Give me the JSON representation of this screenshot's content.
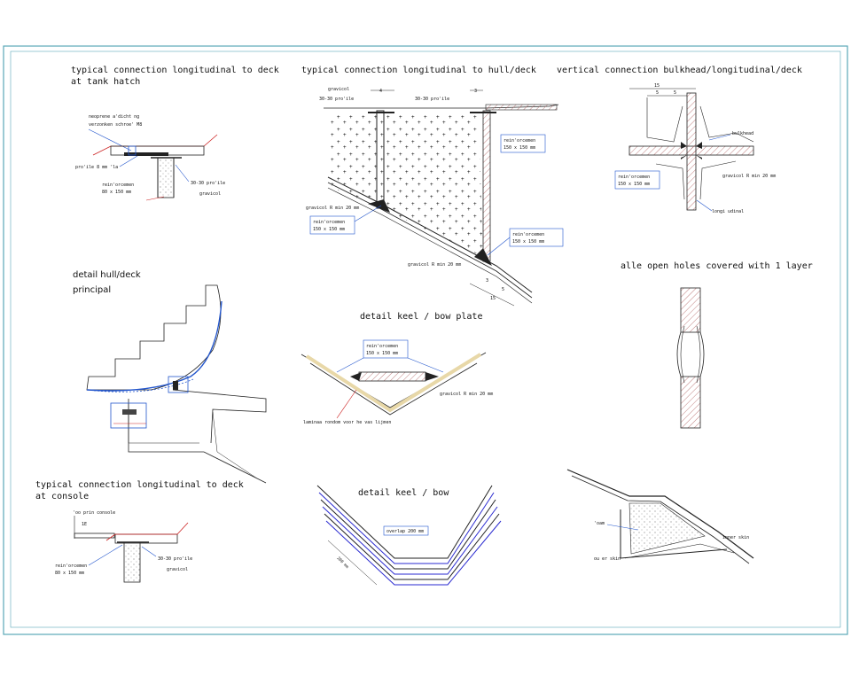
{
  "colors": {
    "frame": "#5aa8b8",
    "line": "#222222",
    "hatch": "#b06060",
    "laminate_blue": "#2a2ad0",
    "laminate_tan": "#e8d8a8",
    "leader_red": "#cc2222",
    "leader_blue": "#2255cc"
  },
  "panels": {
    "tank_hatch": {
      "title_1": "typical connection  longitudinal to deck",
      "title_2": "at tank hatch",
      "note_1": "neoprene a'dicht ng",
      "note_2": "verzonken schroe' M8",
      "profile": "pro'ile 8 mm 'la",
      "frame_1": "rein'orcemen",
      "frame_2": "80 x 150 mm",
      "angle": "30-30 pro'ile",
      "filler": "gravicol"
    },
    "hull_deck": {
      "title": "typical connection  longitudinal to hull/deck",
      "label_gravicol": "gravicol",
      "label_profile_1": "30-30 pro'ile",
      "label_profile_2": "30-30 pro'ile",
      "dim_a": "4",
      "dim_b": "3",
      "reinf_a1": "rein'orcemen",
      "reinf_a2": "150 x 150 mm",
      "gravicol_r": "gravicol    R min 20 mm",
      "reinf_b1": "rein'orcemen",
      "reinf_b2": "150 x 150 mm",
      "reinf_c1": "rein'orcemen",
      "reinf_c2": "150 x 150 mm",
      "gravicol_r2": "gravicol    R min 20 mm",
      "dim_c": "3",
      "dim_d": "5",
      "dim_e": "15"
    },
    "bulkhead": {
      "title": "vertical connection bulkhead/longitudinal/deck",
      "dim_a": "15",
      "dim_b": "5",
      "dim_c": "5",
      "label_bulkhead": "bulkhead",
      "reinf_1": "rein'orcemen",
      "reinf_2": "150 x 150 mm",
      "gravicol": "gravicol    R min 20 mm",
      "longitudinal": "longi udinal"
    },
    "open_holes": {
      "title": "alle open holes covered with 1 layer"
    },
    "detail_hull_deck": {
      "title_1": "detail hull/deck",
      "title_2": "principal"
    },
    "keel_bow_plate": {
      "title": "detail keel / bow plate",
      "reinf_1": "rein'orcemen",
      "reinf_2": "150 x 150 mm",
      "gravicol": "gravicol    R min 20 mm",
      "laminate": "laminaa  rondom voor he  vas lijmen"
    },
    "console": {
      "title_1": "typical connection  longitudinal to deck",
      "title_2": "at console",
      "top_label": "'oo prin  console",
      "dim": "1E",
      "reinf_1": "rein'orcemen",
      "reinf_2": "80 x 150 mm",
      "angle": "30-30 pro'ile",
      "filler": "gravicol"
    },
    "keel_bow": {
      "title": "detail keel / bow",
      "overlap": "overlap 200 mm",
      "side_dim": "200 mm"
    },
    "inner_outer": {
      "foam": "'oam",
      "inner": "inner skin",
      "outer": "ou er skin"
    }
  }
}
